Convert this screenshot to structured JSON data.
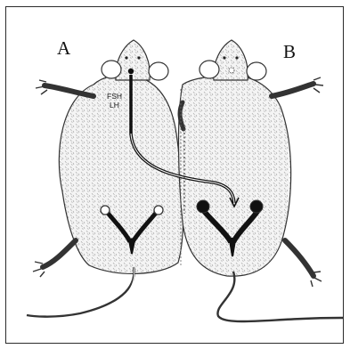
{
  "figure": {
    "label_a": "A",
    "label_b": "B",
    "hormone_1": "FSH",
    "hormone_2": "LH"
  }
}
